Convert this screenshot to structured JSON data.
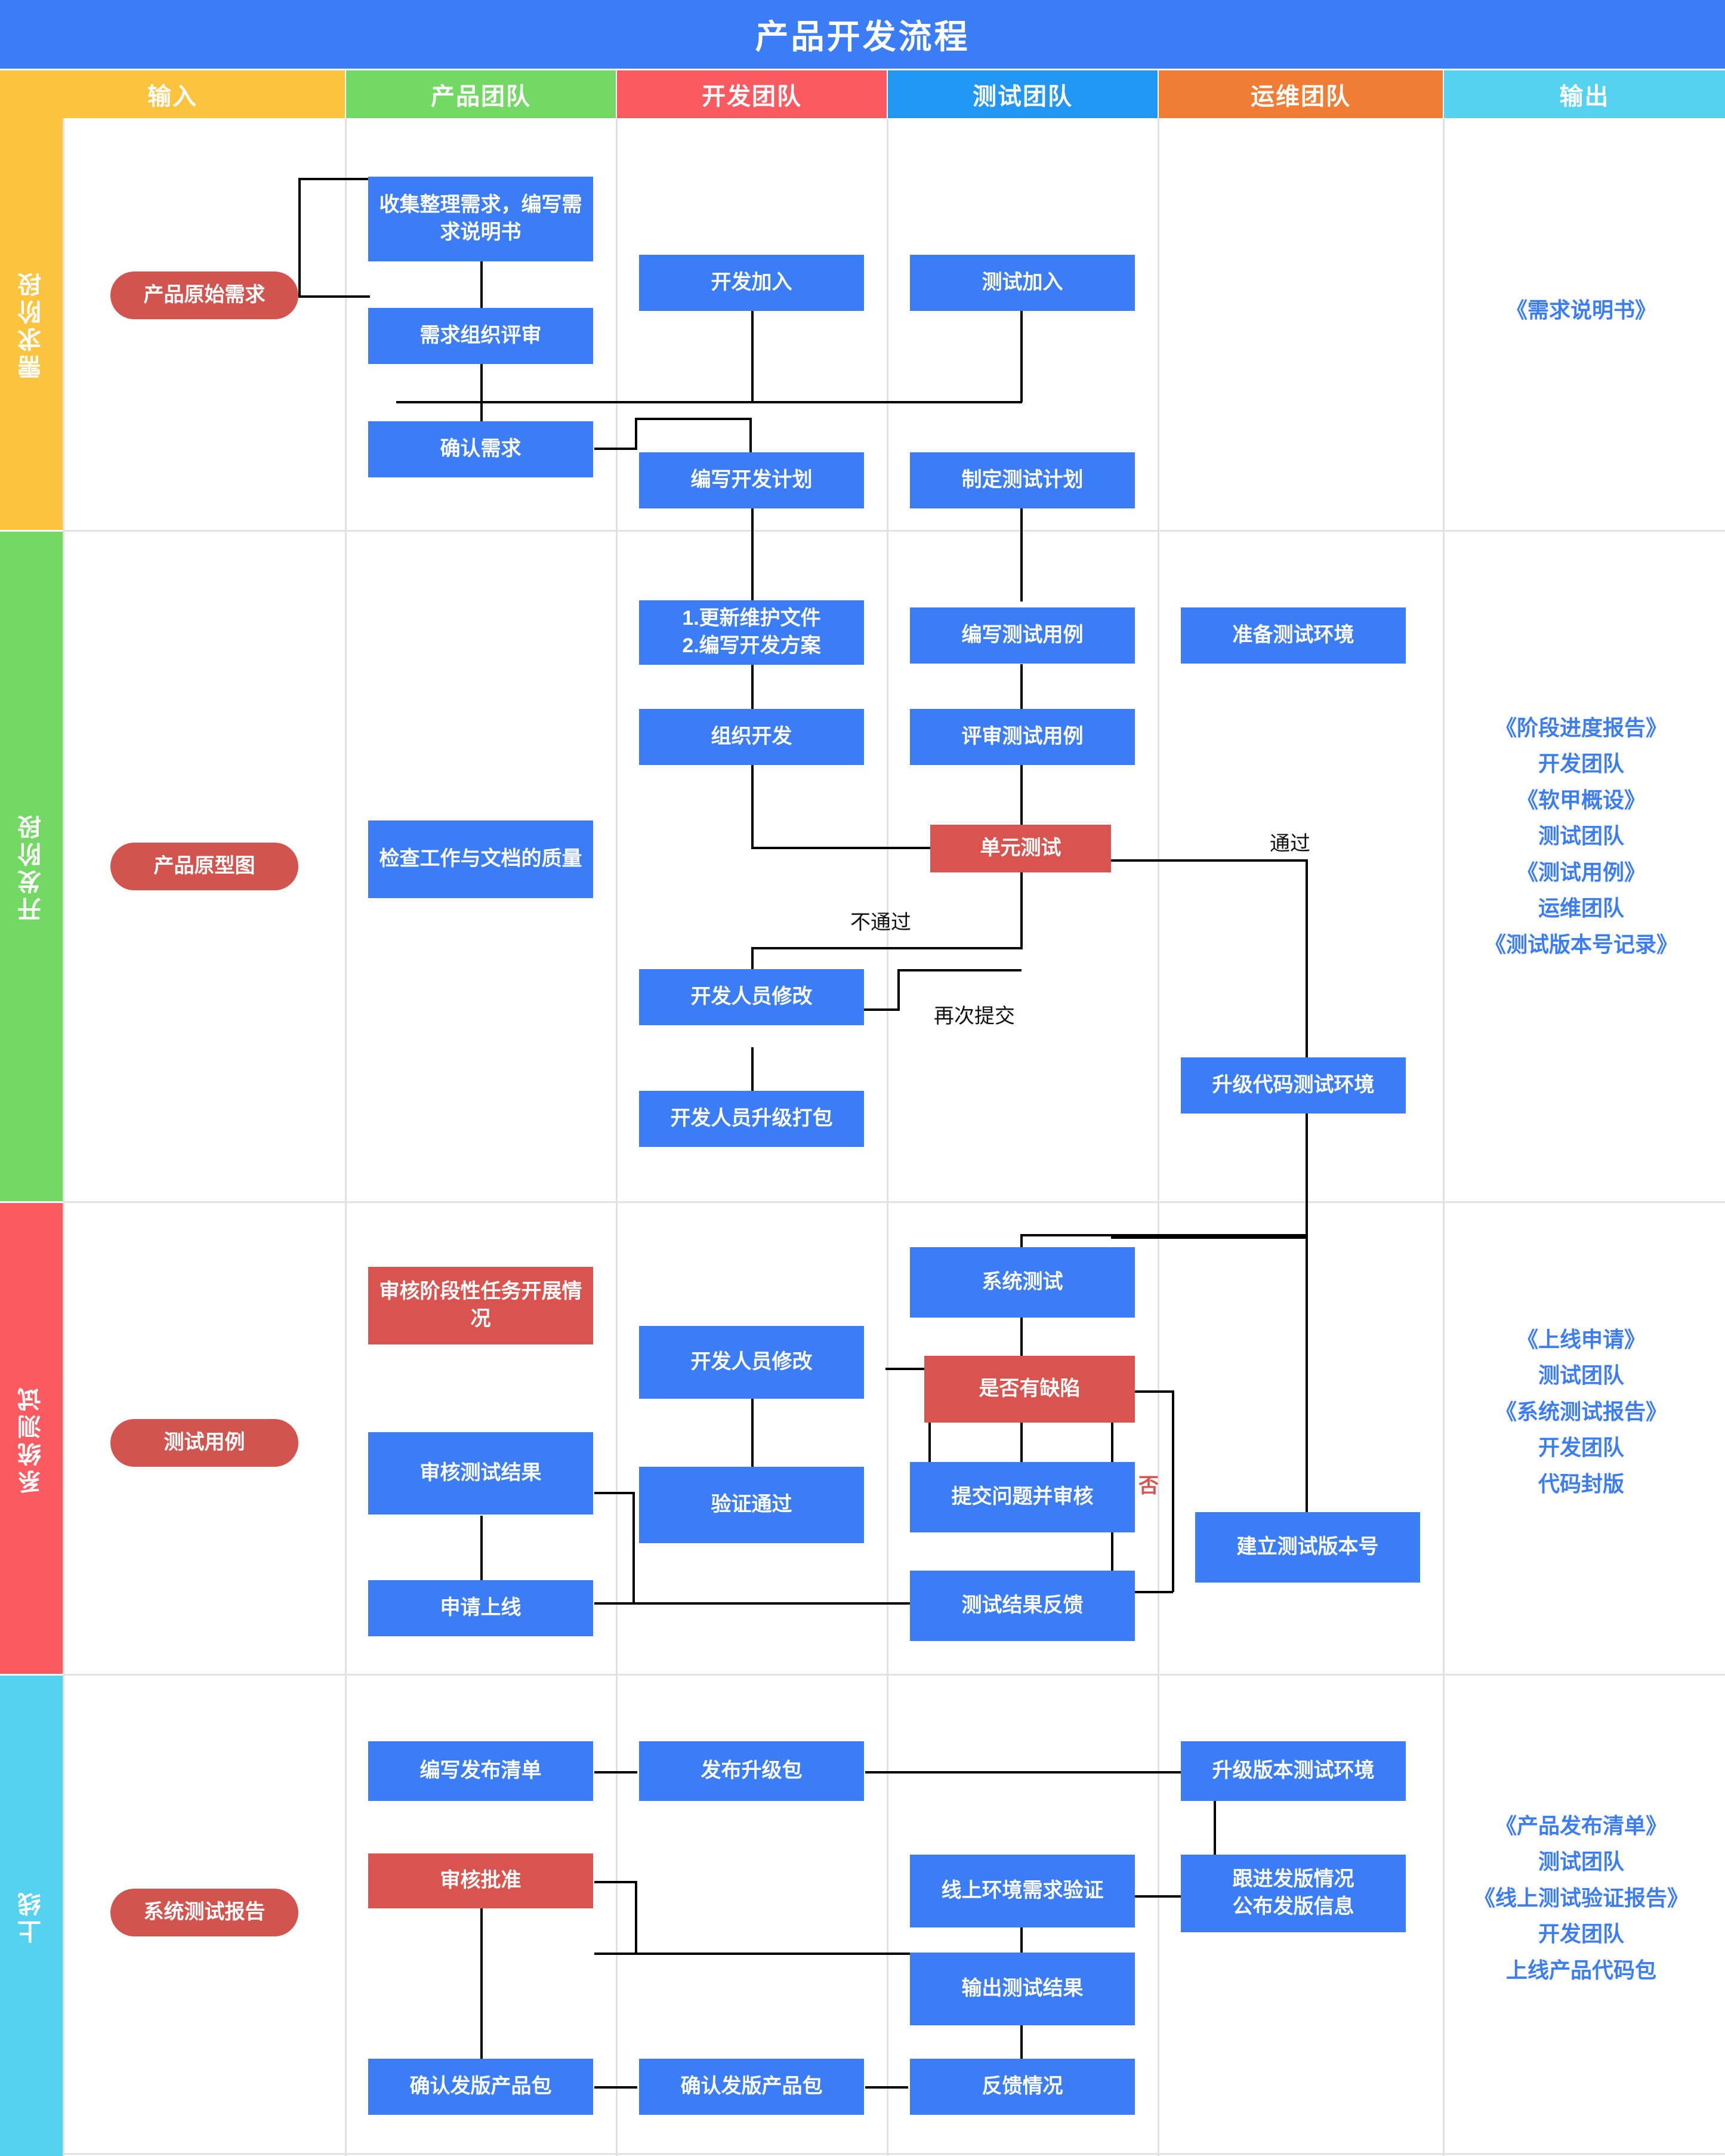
{
  "title": "产品开发流程",
  "colors": {
    "header_title_bg": "#3b7df6",
    "node_blue": "#3b7df6",
    "node_red": "#d9534f",
    "pill_red": "#d1544f",
    "output_text": "#3b7df6",
    "grid_line": "#e2e2e2",
    "connector": "#000000",
    "negative_label": "#d9534f"
  },
  "columns": [
    {
      "label": "输入",
      "bg": "#fcc43e"
    },
    {
      "label": "产品团队",
      "bg": "#74d964"
    },
    {
      "label": "开发团队",
      "bg": "#fb5a60"
    },
    {
      "label": "测试团队",
      "bg": "#2196f3"
    },
    {
      "label": "运维团队",
      "bg": "#f07d33"
    },
    {
      "label": "输出",
      "bg": "#55d2f0"
    }
  ],
  "stages": [
    {
      "label": "需求阶段",
      "bg": "#fcc43e"
    },
    {
      "label": "开发阶段",
      "bg": "#74d964"
    },
    {
      "label": "系统测试",
      "bg": "#fb5a60"
    },
    {
      "label": "上线",
      "bg": "#55d2f0"
    }
  ],
  "nodes": {
    "input_requirement": "产品原始需求",
    "input_prototype": "产品原型图",
    "input_testcase": "测试用例",
    "input_sys_test_report": "系统测试报告",
    "collect_requirements": "收集整理需求，编写需求说明书",
    "requirement_review": "需求组织评审",
    "confirm_requirement": "确认需求",
    "dev_join": "开发加入",
    "test_join": "测试加入",
    "write_dev_plan": "编写开发计划",
    "make_test_plan": "制定测试计划",
    "check_quality": "检查工作与文档的质量",
    "update_doc_scheme": "1.更新维护文件\n2.编写开发方案",
    "organize_dev": "组织开发",
    "write_test_case": "编写测试用例",
    "review_test_case": "评审测试用例",
    "unit_test": "单元测试",
    "prepare_test_env": "准备测试环境",
    "dev_fix": "开发人员修改",
    "dev_package": "开发人员升级打包",
    "upgrade_code_test_env": "升级代码测试环境",
    "review_stage_tasks": "审核阶段性任务开展情况",
    "review_test_result": "审核测试结果",
    "apply_online": "申请上线",
    "dev_fix_2": "开发人员修改",
    "verify_pass": "验证通过",
    "system_test": "系统测试",
    "has_defect": "是否有缺陷",
    "submit_issue_review": "提交问题并审核",
    "test_result_feedback": "测试结果反馈",
    "create_test_version": "建立测试版本号",
    "write_release_list": "编写发布清单",
    "approve": "审核批准",
    "confirm_release_pkg_product": "确认发版产品包",
    "publish_upgrade_pkg": "发布升级包",
    "confirm_release_pkg_dev": "确认发版产品包",
    "online_env_verify": "线上环境需求验证",
    "output_test_result": "输出测试结果",
    "feedback_status": "反馈情况",
    "upgrade_version_test_env": "升级版本测试环境",
    "track_release": "跟进发版情况\n公布发版信息"
  },
  "edge_labels": {
    "not_pass": "不通过",
    "resubmit": "再次提交",
    "pass": "通过",
    "no": "否"
  },
  "outputs": {
    "requirement": [
      "《需求说明书》"
    ],
    "development": [
      "《阶段进度报告》",
      "开发团队",
      "《软甲概设》",
      "测试团队",
      "《测试用例》",
      "运维团队",
      "《测试版本号记录》"
    ],
    "system_test": [
      "《上线申请》",
      "测试团队",
      "《系统测试报告》",
      "开发团队",
      "代码封版"
    ],
    "online": [
      "《产品发布清单》",
      "测试团队",
      "《线上测试验证报告》",
      "开发团队",
      "上线产品代码包"
    ]
  }
}
